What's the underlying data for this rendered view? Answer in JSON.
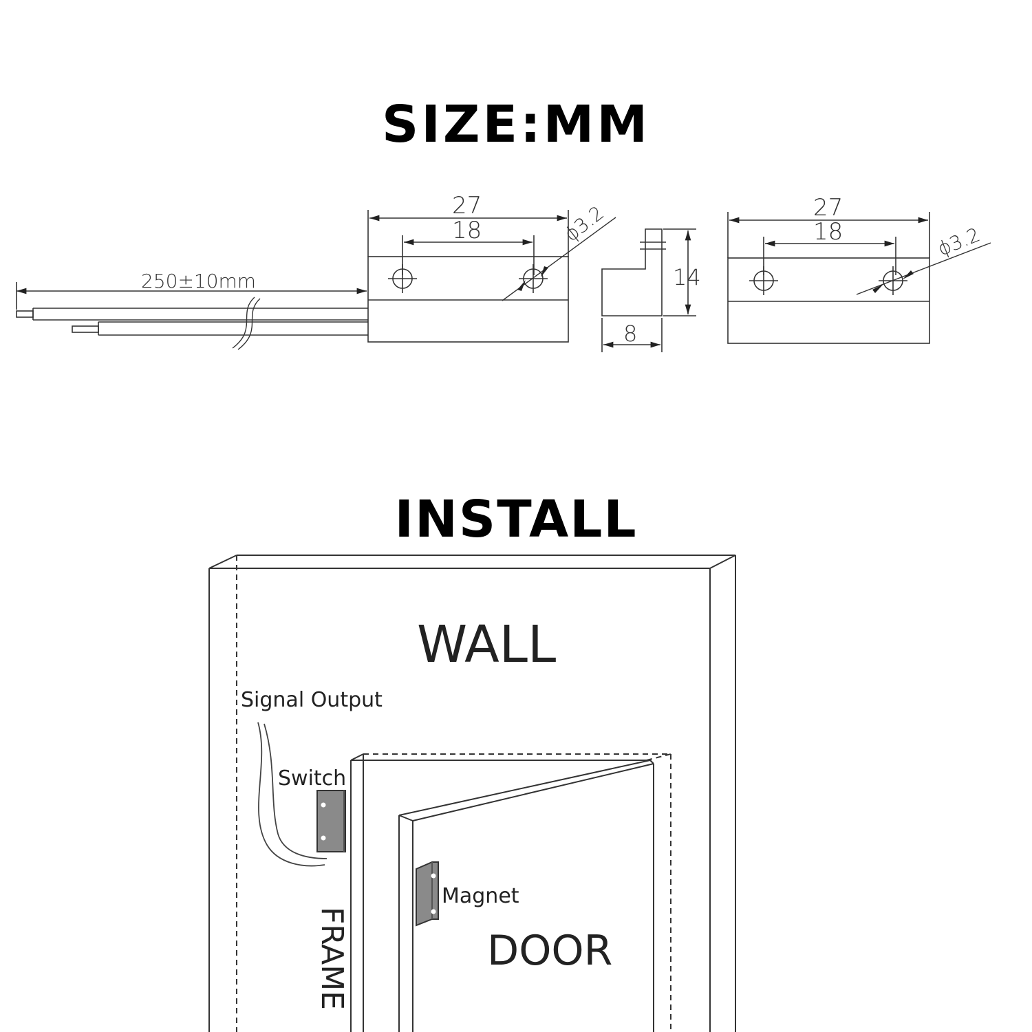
{
  "size_section": {
    "title": "SIZE:MM",
    "wire_length": "250±10mm",
    "switch_length": "27",
    "switch_hole_spacing": "18",
    "switch_hole_dia": "ϕ3.2",
    "height": "14",
    "depth": "8",
    "magnet_length": "27",
    "magnet_hole_spacing": "18",
    "magnet_hole_dia": "ϕ3.2"
  },
  "install_section": {
    "title": "INSTALL",
    "wall_label": "WALL",
    "signal_label": "Signal Output",
    "switch_label": "Switch",
    "magnet_label": "Magnet",
    "door_label": "DOOR",
    "frame_label": "FRAME"
  }
}
